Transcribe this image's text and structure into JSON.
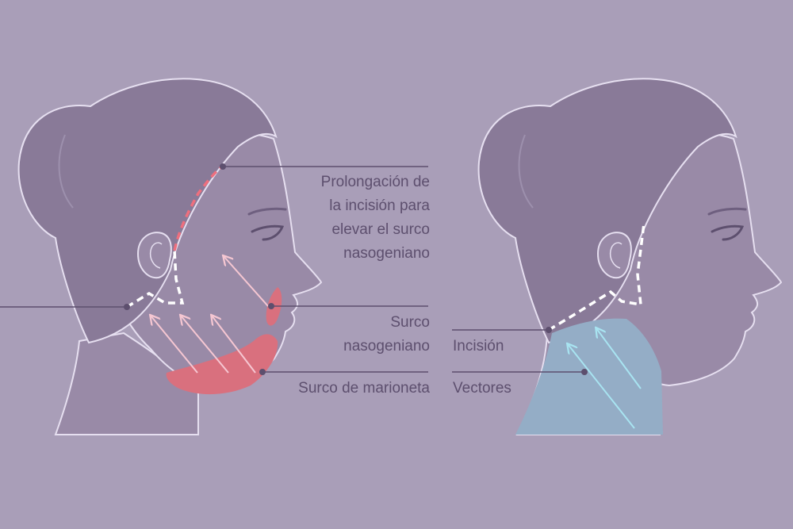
{
  "labels": {
    "prolongation": [
      "Prolongación de",
      "la incisión para",
      "elevar el surco",
      "nasogeniano"
    ],
    "surco_nasogeniano": [
      "Surco",
      "nasogeniano"
    ],
    "surco_marioneta": "Surco de marioneta",
    "incision": "Incisión",
    "vectores": "Vectores"
  },
  "colors": {
    "background": "#a99eb8",
    "head_skin": "#998aa7",
    "hair": "#897a98",
    "outline": "#e6dff0",
    "leader_line": "#5d4f6e",
    "label_text": "#5d4f6e",
    "red_zone": "#d9707e",
    "red_dash": "#ee6f7e",
    "pink_arrow": "#f6c7d2",
    "blue_zone": "#94adc6",
    "blue_arrow": "#a8e4f1",
    "incision_dash": "#ffffff"
  }
}
